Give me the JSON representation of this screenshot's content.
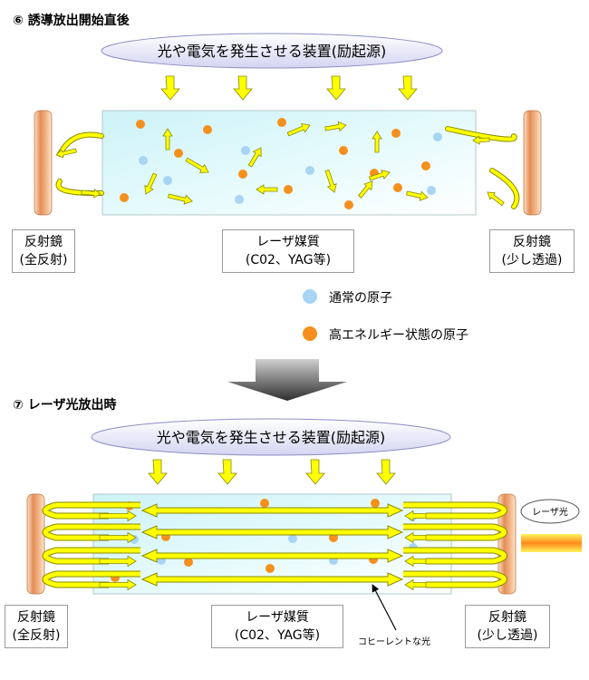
{
  "section1": {
    "title": "⑥ 誘導放出開始直後",
    "pump_label": "光や電気を発生させる装置(励起源)",
    "left_mirror": {
      "line1": "反射鏡",
      "line2": "(全反射)"
    },
    "medium": {
      "line1": "レーザ媒質",
      "line2": "(C02、YAG等)"
    },
    "right_mirror": {
      "line1": "反射鏡",
      "line2": "(少し透過)"
    }
  },
  "legend": {
    "normal_atom": "通常の原子",
    "excited_atom": "高エネルギー状態の原子"
  },
  "section2": {
    "title": "⑦ レーザ光放出時",
    "pump_label": "光や電気を発生させる装置(励起源)",
    "left_mirror": {
      "line1": "反射鏡",
      "line2": "(全反射)"
    },
    "medium": {
      "line1": "レーザ媒質",
      "line2": "(C02、YAG等)"
    },
    "right_mirror": {
      "line1": "反射鏡",
      "line2": "(少し透過)"
    },
    "laser_output": "レーザ光",
    "coherent_note": "コヒーレントな光"
  },
  "colors": {
    "normal_atom": "#a8d4f5",
    "excited_atom": "#f5901e",
    "arrow_fill": "#ffff00",
    "arrow_stroke": "#8a8a00",
    "mirror": "#e8a070"
  }
}
